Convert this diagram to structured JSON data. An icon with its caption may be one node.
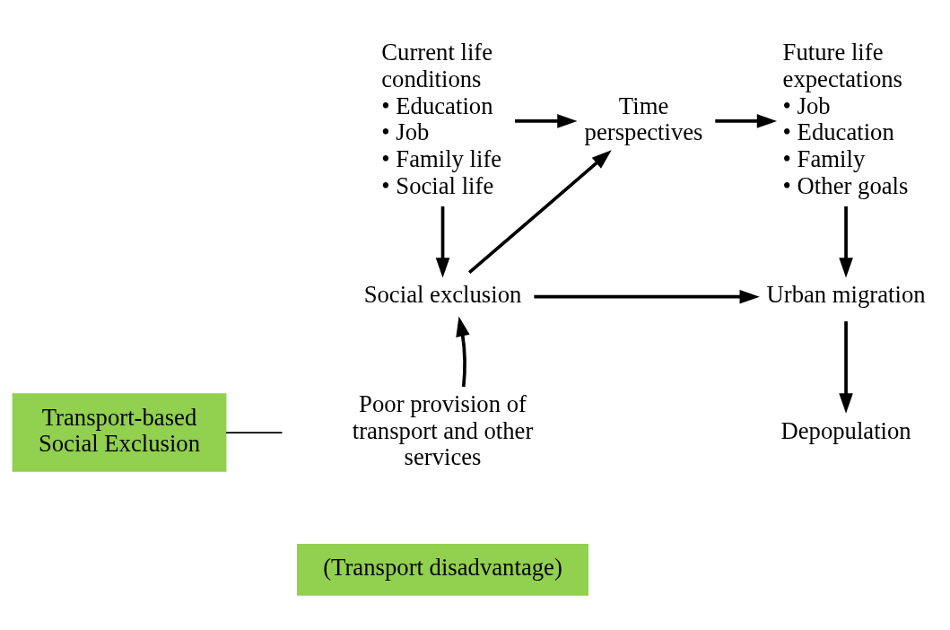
{
  "diagram": {
    "nodes": [
      {
        "text": [
          "Current life conditions",
          "• Education",
          "• Job",
          "• Family life",
          "• Social life"
        ]
      },
      {
        "text": [
          "Time perspectives"
        ]
      },
      {
        "text": [
          "Future life expectations",
          "• Job",
          "• Education",
          "• Family",
          "• Other goals"
        ]
      },
      {
        "text": [
          "Social exclusion"
        ]
      },
      {
        "text": [
          "Urban migration"
        ]
      },
      {
        "text": [
          "Depopulation"
        ]
      },
      {
        "text": [
          "Transport-based Social Exclusion"
        ]
      },
      {
        "text": [
          "Poor provision of transport and other services"
        ]
      },
      {
        "text": [
          "(Transport disadvantage)"
        ]
      }
    ],
    "edges": [
      {
        "from": 0,
        "to": 1,
        "arrow": "to"
      },
      {
        "from": 1,
        "to": 2,
        "arrow": "to"
      },
      {
        "from": 0,
        "to": 3,
        "arrow": "to"
      },
      {
        "from": 3,
        "to": 1,
        "arrow": "to"
      },
      {
        "from": 2,
        "to": 4,
        "arrow": "to"
      },
      {
        "from": 3,
        "to": 4,
        "arrow": "to"
      },
      {
        "from": 4,
        "to": 5,
        "arrow": "to"
      },
      {
        "from": 7,
        "to": 3,
        "arrow": "to"
      },
      {
        "from": 6,
        "to": null,
        "arrow": "none"
      }
    ]
  }
}
